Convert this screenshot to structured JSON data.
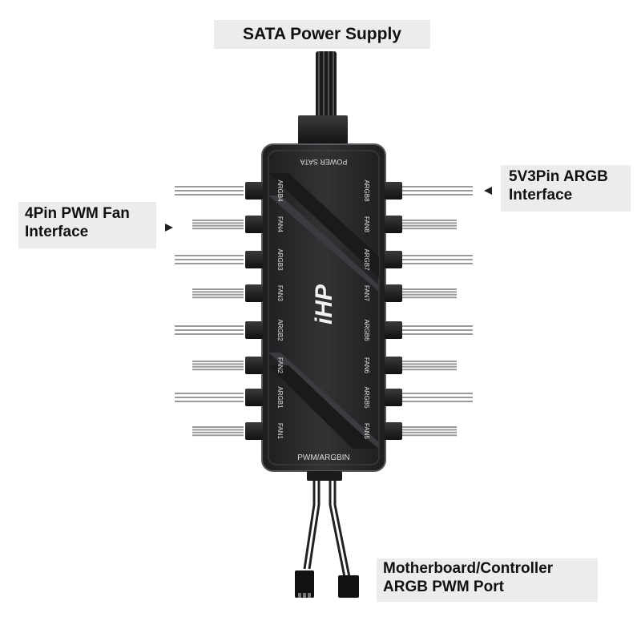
{
  "labels": {
    "sata": "SATA Power Supply",
    "pwm_line1": "4Pin PWM Fan",
    "pwm_line2": "Interface",
    "argb_line1": "5V3Pin ARGB",
    "argb_line2": "Interface",
    "mb_line1": "Motherboard/Controller",
    "mb_line2": "ARGB PWM Port"
  },
  "hub": {
    "top_label": "POWER SATA",
    "bottom_label": "PWM/ARGBIN",
    "logo": "iHP",
    "left_ports": [
      "ARGB4",
      "FAN4",
      "ARGB3",
      "FAN3",
      "ARGB2",
      "FAN2",
      "ARGB1",
      "FAN1"
    ],
    "right_ports": [
      "ARGB8",
      "FAN8",
      "ARGB7",
      "FAN7",
      "ARGB6",
      "FAN6",
      "ARGB5",
      "FAN5"
    ]
  },
  "colors": {
    "hub_body": "#2a2a2c",
    "hub_edge": "#5a5a5e",
    "cable": "#9a9a9a",
    "label_bg": "#ececec"
  }
}
